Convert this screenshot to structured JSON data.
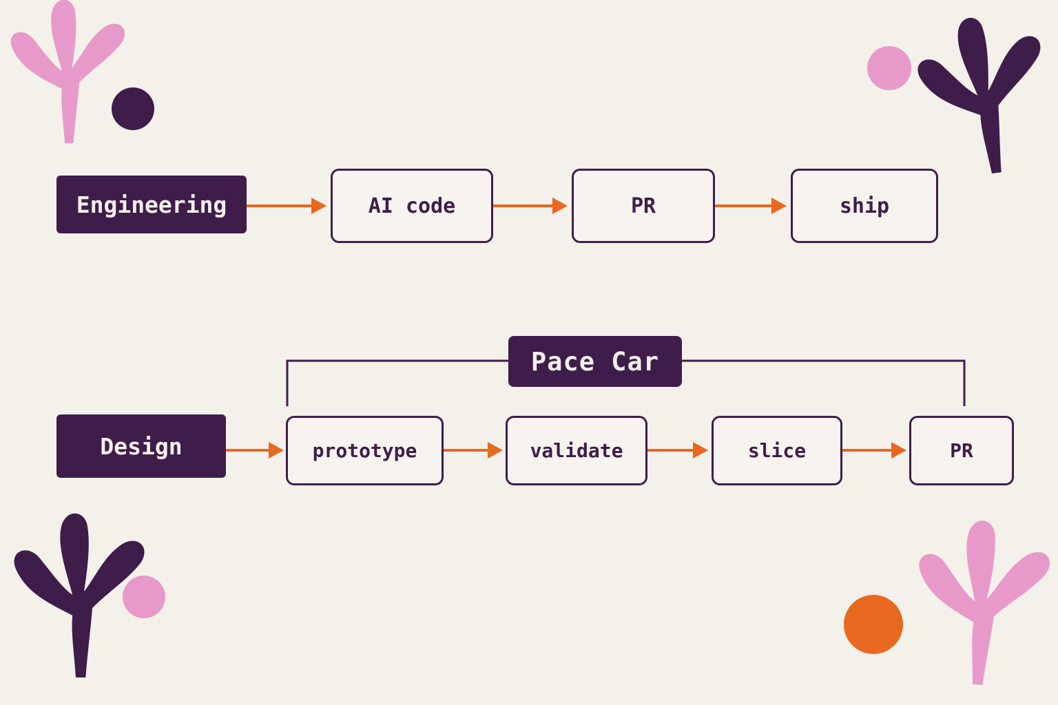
{
  "colors": {
    "background": "#f4f0ea",
    "purple": "#3f1d4a",
    "orange": "#e8681f",
    "pink": "#e79ac9"
  },
  "engineering": {
    "lane_label": "Engineering",
    "steps": [
      "AI code",
      "PR",
      "ship"
    ]
  },
  "design": {
    "lane_label": "Design",
    "steps": [
      "prototype",
      "validate",
      "slice",
      "PR"
    ]
  },
  "pace_car": {
    "label": "Pace Car"
  },
  "decorations": [
    "pink-coral-shape",
    "purple-dot",
    "pink-dot",
    "purple-coral-shape",
    "orange-dot"
  ]
}
